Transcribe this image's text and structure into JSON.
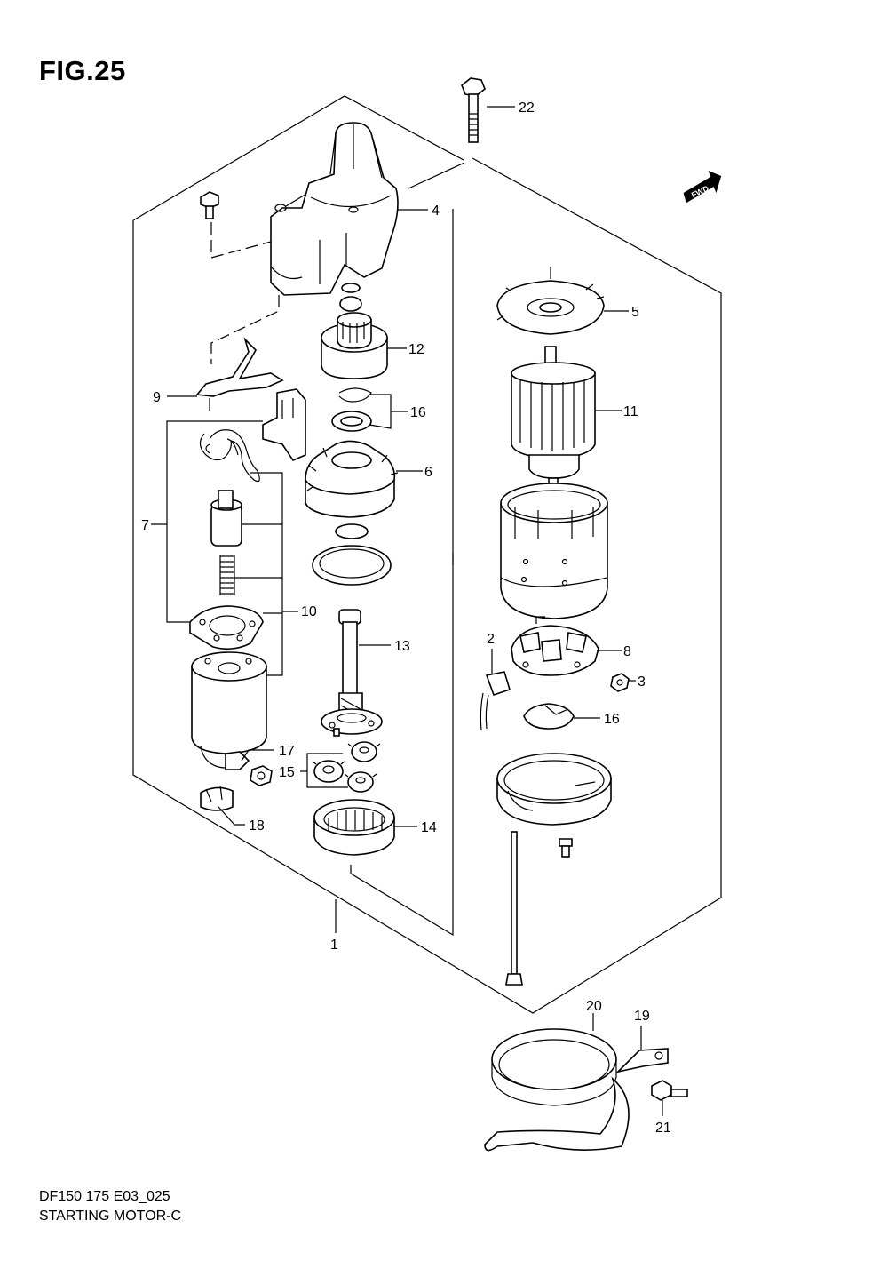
{
  "figure": {
    "title": "FIG.25",
    "model_code": "DF150 175 E03_025",
    "name": "STARTING MOTOR-C",
    "direction_badge": "FWD"
  },
  "callouts": [
    {
      "id": "1",
      "label": "1"
    },
    {
      "id": "2",
      "label": "2"
    },
    {
      "id": "3",
      "label": "3"
    },
    {
      "id": "4",
      "label": "4"
    },
    {
      "id": "5",
      "label": "5"
    },
    {
      "id": "6",
      "label": "6"
    },
    {
      "id": "7",
      "label": "7"
    },
    {
      "id": "8",
      "label": "8"
    },
    {
      "id": "9",
      "label": "9"
    },
    {
      "id": "10",
      "label": "10"
    },
    {
      "id": "11",
      "label": "11"
    },
    {
      "id": "12",
      "label": "12"
    },
    {
      "id": "13",
      "label": "13"
    },
    {
      "id": "14",
      "label": "14"
    },
    {
      "id": "15",
      "label": "15"
    },
    {
      "id": "16a",
      "label": "16"
    },
    {
      "id": "16b",
      "label": "16"
    },
    {
      "id": "17",
      "label": "17"
    },
    {
      "id": "18",
      "label": "18"
    },
    {
      "id": "19",
      "label": "19"
    },
    {
      "id": "20",
      "label": "20"
    },
    {
      "id": "21",
      "label": "21"
    },
    {
      "id": "22",
      "label": "22"
    }
  ]
}
